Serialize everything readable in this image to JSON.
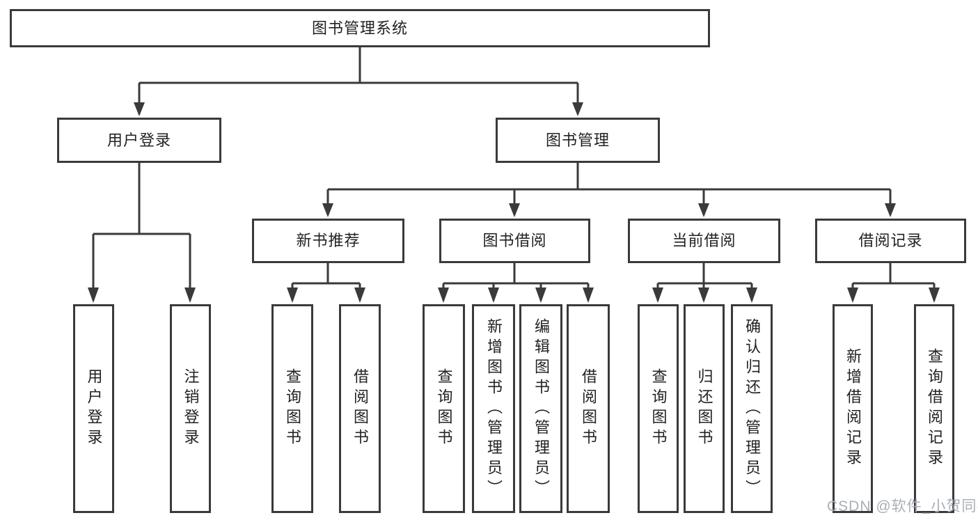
{
  "colors": {
    "background": "#ffffff",
    "line": "#3a3a3a",
    "box_border": "#3a3a3a",
    "text": "#222222",
    "watermark": "#a9aeb8"
  },
  "diagram": {
    "type": "hierarchy",
    "nodes": {
      "root": "图书管理系统",
      "user_login": "用户登录",
      "book_mgmt": "图书管理",
      "new_book_rec": "新书推荐",
      "book_borrow": "图书借阅",
      "current_borrow": "当前借阅",
      "borrow_record": "借阅记录",
      "leaf_user_login": "用户登录",
      "leaf_logout": "注销登录",
      "leaf_nb_query": "查询图书",
      "leaf_nb_borrow": "借阅图书",
      "leaf_bb_query": "查询图书",
      "leaf_bb_add": "新增图书（管理员）",
      "leaf_bb_edit": "编辑图书（管理员）",
      "leaf_bb_borrow": "借阅图书",
      "leaf_cb_query": "查询图书",
      "leaf_cb_return": "归还图书",
      "leaf_cb_confirm": "确认归还（管理员）",
      "leaf_br_add": "新增借阅记录",
      "leaf_br_query": "查询借阅记录"
    },
    "edges": [
      [
        "root",
        "user_login"
      ],
      [
        "root",
        "book_mgmt"
      ],
      [
        "user_login",
        "leaf_user_login"
      ],
      [
        "user_login",
        "leaf_logout"
      ],
      [
        "book_mgmt",
        "new_book_rec"
      ],
      [
        "book_mgmt",
        "book_borrow"
      ],
      [
        "book_mgmt",
        "current_borrow"
      ],
      [
        "book_mgmt",
        "borrow_record"
      ],
      [
        "new_book_rec",
        "leaf_nb_query"
      ],
      [
        "new_book_rec",
        "leaf_nb_borrow"
      ],
      [
        "book_borrow",
        "leaf_bb_query"
      ],
      [
        "book_borrow",
        "leaf_bb_add"
      ],
      [
        "book_borrow",
        "leaf_bb_edit"
      ],
      [
        "book_borrow",
        "leaf_bb_borrow"
      ],
      [
        "current_borrow",
        "leaf_cb_query"
      ],
      [
        "current_borrow",
        "leaf_cb_return"
      ],
      [
        "current_borrow",
        "leaf_cb_confirm"
      ],
      [
        "borrow_record",
        "leaf_br_add"
      ],
      [
        "borrow_record",
        "leaf_br_query"
      ]
    ]
  },
  "watermark": {
    "text": "CSDN @软件_小贺同学"
  }
}
